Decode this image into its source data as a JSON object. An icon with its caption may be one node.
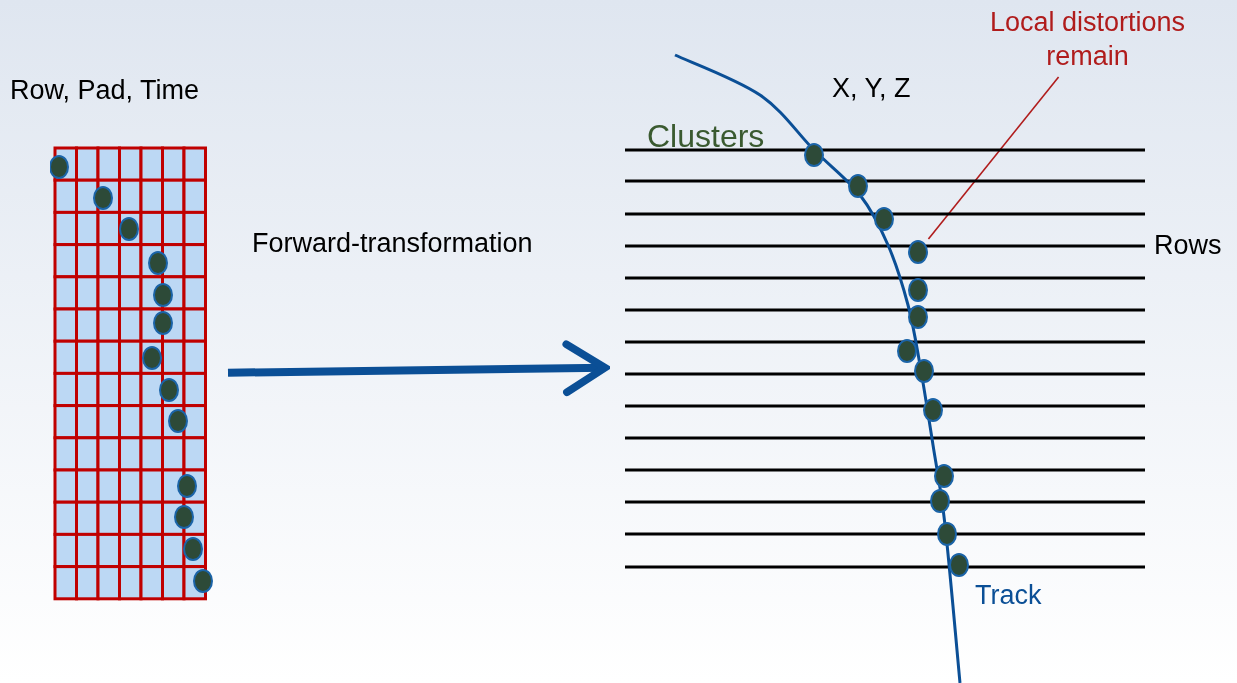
{
  "diagram": {
    "nodes": [
      {
        "text": [],
        "shape": "picture",
        "beside": [
          "Row, Pad, Time"
        ]
      },
      {
        "text": [],
        "shape": "picture",
        "beside": [
          "X, Y, Z"
        ]
      },
      {
        "text": [
          "Local distortions remain"
        ]
      },
      {
        "text": [],
        "shape": "circle",
        "in": 1
      }
    ],
    "edges": [
      {
        "from": 0,
        "to": 1,
        "arrow": "to",
        "label": "Forward-transformation",
        "style": "thick",
        "color": "#0b4f96"
      },
      {
        "from": 2,
        "to": 3,
        "arrow": "none",
        "color": "#b01c1c"
      }
    ],
    "labels": [
      "Clusters",
      "Rows",
      "Track"
    ]
  }
}
